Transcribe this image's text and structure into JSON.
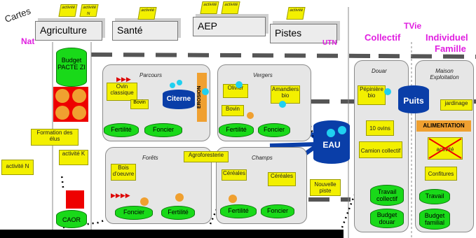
{
  "top": {
    "cartes": "Cartes",
    "tabs": [
      "Agriculture",
      "Santé",
      "AEP",
      "Pistes"
    ],
    "tab_flags": [
      "activité",
      "activité N",
      "activité",
      "activité",
      "activité",
      "activité"
    ]
  },
  "headers": {
    "nat": "Nat",
    "utn": "UTN",
    "tvie": "TVie",
    "collectif": "Collectif",
    "individuel": "Individuel",
    "famille": "Famille"
  },
  "left": {
    "budget": "Budget PACTE ZI",
    "formation": "Formation des élus",
    "activite_k": "activité K",
    "activite_n": "activité N",
    "caor": "CAOR"
  },
  "zones": {
    "parcours": "Parcours",
    "vergers": "Vergers",
    "forets": "Forêts",
    "champs": "Champs",
    "douar": "Douar",
    "maison": "Maison Exploitation"
  },
  "items": {
    "ovin": "Ovin classique",
    "bovin1": "Bovin",
    "citerne": "Citerne",
    "erosion": "EROSION",
    "fertilite": "Fertilité",
    "foncier": "Foncier",
    "olivier": "Olivier",
    "bovin2": "Bovin",
    "amandiers": "Amandiers bio",
    "bois": "Bois d'oeuvre",
    "agroforesterie": "Agroforesterie",
    "cereales1": "Céréales",
    "cereales2": "Céréales",
    "eau": "EAU",
    "nouvelle_piste": "Nouvelle piste",
    "pepiniere": "Pépinière bio",
    "ovins10": "10 ovins",
    "camion": "Camion collectif",
    "travail_collectif": "Travail collectif",
    "budget_douar": "Budget douar",
    "puits": "Puits",
    "jardinage": "jardinage",
    "alimentation": "ALIMENTATION",
    "activite": "activité",
    "confitures": "Confitures",
    "travail": "Travail",
    "budget_familial": "Budget familial"
  },
  "colors": {
    "accent": "#e01fe0",
    "green": "#19d919",
    "yellow": "#f3f000",
    "blue": "#0a3ea8",
    "orange": "#f0a030"
  }
}
